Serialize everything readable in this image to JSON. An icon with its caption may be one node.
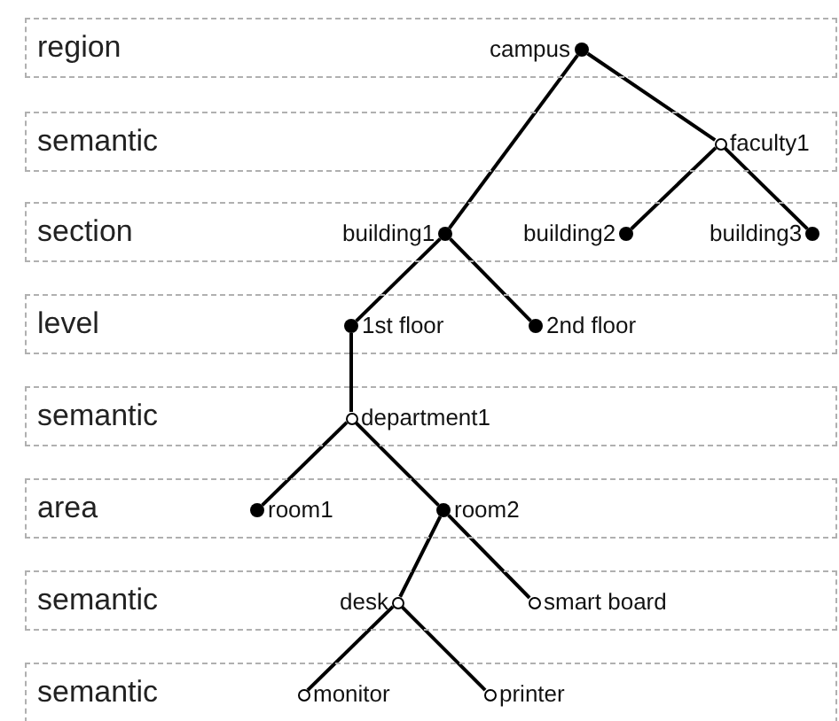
{
  "diagram": {
    "nodes": [
      {
        "text": [
          "region"
        ]
      },
      {
        "text": [],
        "shape": "circle",
        "beside": [
          "campus"
        ],
        "in": 0
      },
      {
        "text": [
          "semantic"
        ]
      },
      {
        "text": [],
        "shape": "circle",
        "beside": [
          "faculty1"
        ],
        "in": 2
      },
      {
        "text": [
          "section"
        ]
      },
      {
        "text": [],
        "shape": "circle",
        "beside": [
          "building1"
        ],
        "in": 4
      },
      {
        "text": [],
        "shape": "circle",
        "beside": [
          "building2"
        ],
        "in": 4
      },
      {
        "text": [],
        "shape": "circle",
        "beside": [
          "building3"
        ],
        "in": 4
      },
      {
        "text": [
          "level"
        ]
      },
      {
        "text": [],
        "shape": "circle",
        "beside": [
          "1st floor"
        ],
        "in": 8
      },
      {
        "text": [],
        "shape": "circle",
        "beside": [
          "2nd floor"
        ],
        "in": 8
      },
      {
        "text": [
          "semantic"
        ]
      },
      {
        "text": [],
        "shape": "circle",
        "beside": [
          "department1"
        ],
        "in": 11
      },
      {
        "text": [
          "area"
        ]
      },
      {
        "text": [],
        "shape": "circle",
        "beside": [
          "room1"
        ],
        "in": 13
      },
      {
        "text": [],
        "shape": "circle",
        "beside": [
          "room2"
        ],
        "in": 13
      },
      {
        "text": [
          "semantic"
        ]
      },
      {
        "text": [],
        "shape": "circle",
        "beside": [
          "desk"
        ],
        "in": 16
      },
      {
        "text": [],
        "shape": "circle",
        "beside": [
          "smart board"
        ],
        "in": 16
      },
      {
        "text": [
          "semantic"
        ]
      },
      {
        "text": [],
        "shape": "circle",
        "beside": [
          "monitor"
        ],
        "in": 19
      },
      {
        "text": [],
        "shape": "circle",
        "beside": [
          "printer"
        ],
        "in": 19
      }
    ],
    "edges": [
      {
        "from": 1,
        "to": 5,
        "arrow": "none"
      },
      {
        "from": 1,
        "to": 3,
        "arrow": "none"
      },
      {
        "from": 3,
        "to": 6,
        "arrow": "none"
      },
      {
        "from": 3,
        "to": 7,
        "arrow": "none"
      },
      {
        "from": 5,
        "to": 9,
        "arrow": "none"
      },
      {
        "from": 5,
        "to": 10,
        "arrow": "none"
      },
      {
        "from": 9,
        "to": 12,
        "arrow": "none"
      },
      {
        "from": 12,
        "to": 14,
        "arrow": "none"
      },
      {
        "from": 12,
        "to": 15,
        "arrow": "none"
      },
      {
        "from": 15,
        "to": 17,
        "arrow": "none"
      },
      {
        "from": 15,
        "to": 18,
        "arrow": "none"
      },
      {
        "from": 17,
        "to": 20,
        "arrow": "none"
      },
      {
        "from": 17,
        "to": 21,
        "arrow": "none"
      }
    ]
  }
}
